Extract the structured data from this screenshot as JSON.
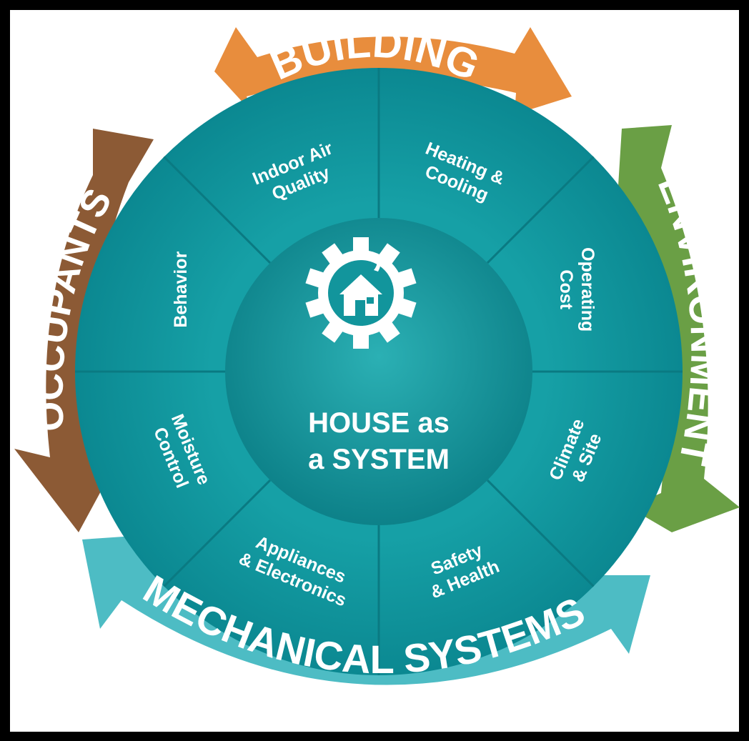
{
  "center": {
    "line1": "HOUSE as",
    "line2": "a SYSTEM"
  },
  "ring_labels": {
    "top": "BUILDING",
    "left": "OCCUPANTS",
    "right": "ENVIRONMENT",
    "bottom": "MECHANICAL SYSTEMS"
  },
  "segments": [
    {
      "lines": [
        "Indoor Air",
        "Quality"
      ]
    },
    {
      "lines": [
        "Heating &",
        "Cooling"
      ]
    },
    {
      "lines": [
        "Operating",
        "Cost"
      ]
    },
    {
      "lines": [
        "Climate",
        "& Site"
      ]
    },
    {
      "lines": [
        "Safety",
        "& Health"
      ]
    },
    {
      "lines": [
        "Appliances",
        "& Electronics"
      ]
    },
    {
      "lines": [
        "Moisture",
        "Control"
      ]
    },
    {
      "lines": [
        "Behavior"
      ]
    }
  ],
  "icons": {
    "center": "gear-house-icon"
  },
  "colors": {
    "teal_dark": "#0d8c94",
    "teal_mid": "#1aa3a8",
    "teal_light": "#3ab6ba",
    "building": "#e88d3d",
    "occupants": "#8c5a35",
    "environment": "#6a9f45",
    "mechanical": "#4dbcc4"
  }
}
